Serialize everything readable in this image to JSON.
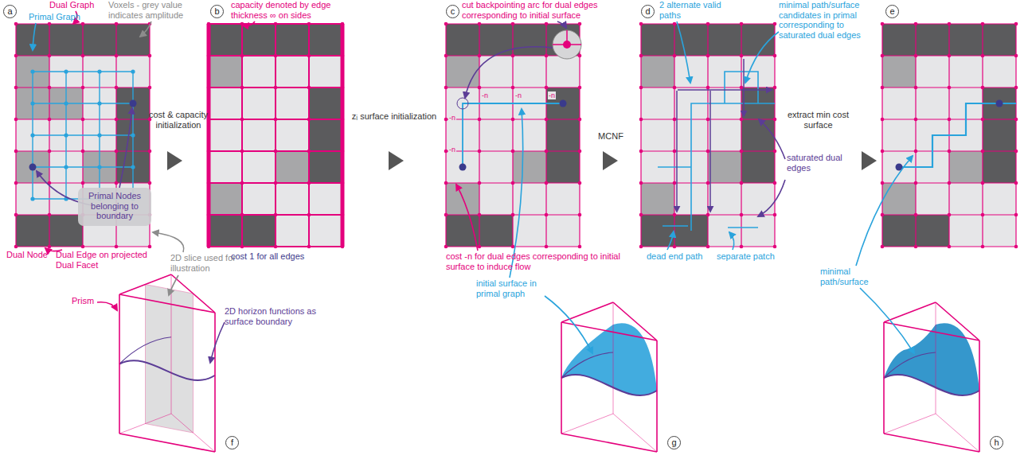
{
  "diagram": {
    "nodes": [
      {
        "text": [
          "a"
        ]
      },
      {
        "text": [
          "b"
        ]
      },
      {
        "text": [
          "c"
        ]
      },
      {
        "text": [
          "d"
        ]
      },
      {
        "text": [
          "e"
        ]
      },
      {
        "text": [
          "Primal Nodes belonging to boundary"
        ]
      },
      {
        "text": [
          "f"
        ]
      },
      {
        "text": [
          "g"
        ]
      },
      {
        "text": [
          "h"
        ]
      }
    ],
    "labels": [
      "Dual Graph",
      "Voxels - grey value indicates amplitude",
      "Primal Graph",
      "Dual Node",
      "Dual Edge on projected Dual Facet",
      "2D slice used for illustration",
      "Prism",
      "2D horizon functions as surface boundary",
      "cost & capacity initialization",
      "capacity denoted by edge thickness ∞ on sides",
      "cost 1 for all edges",
      "zᵢ surface initialization",
      "cut backpointing arc for dual edges corresponding to initial surface",
      "-n",
      "-n",
      "-n",
      "-n",
      "-n",
      "cost -n for dual edges corresponding to initial surface to induce flow",
      "initial surface in primal graph",
      "MCNF",
      "2 alternate valid paths",
      "minimal path/surface candidates in primal corresponding to saturated dual edges",
      "saturated dual edges",
      "dead end path",
      "separate patch",
      "extract min cost surface",
      "minimal path/surface"
    ]
  }
}
